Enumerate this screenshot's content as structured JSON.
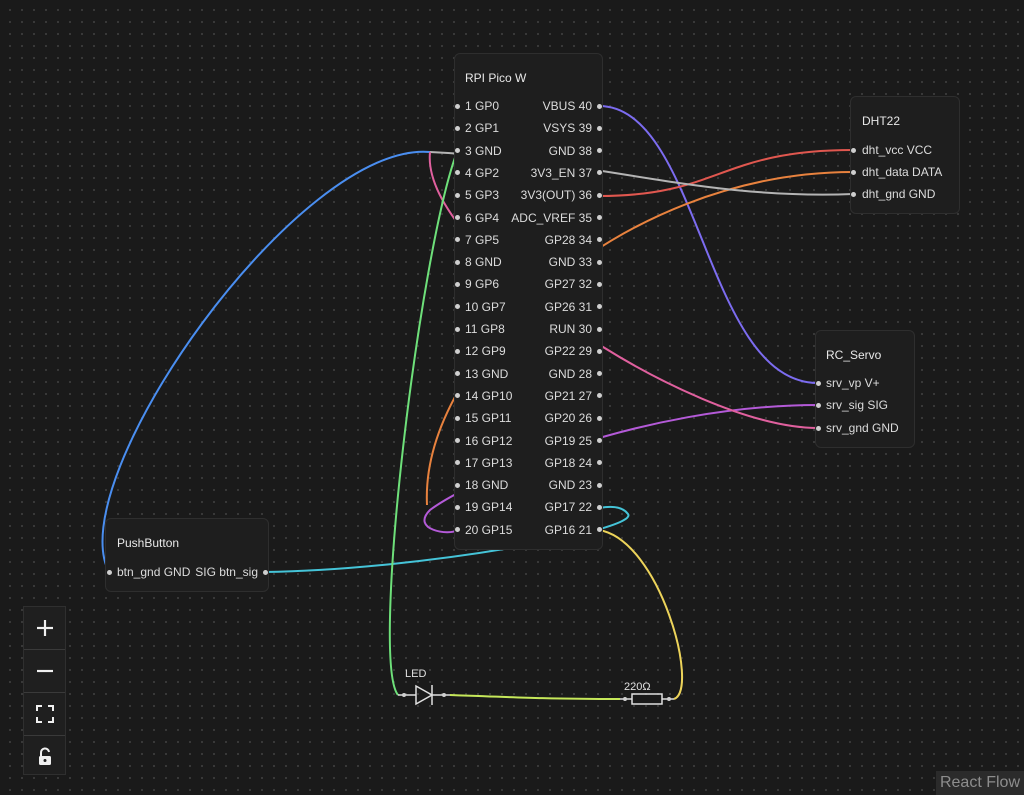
{
  "pico": {
    "title": "RPI Pico W",
    "left_pins": [
      "1 GP0",
      "2 GP1",
      "3 GND",
      "4 GP2",
      "5 GP3",
      "6 GP4",
      "7 GP5",
      "8 GND",
      "9 GP6",
      "10 GP7",
      "11 GP8",
      "12 GP9",
      "13 GND",
      "14 GP10",
      "15 GP11",
      "16 GP12",
      "17 GP13",
      "18 GND",
      "19 GP14",
      "20 GP15"
    ],
    "right_pins": [
      "VBUS 40",
      "VSYS 39",
      "GND 38",
      "3V3_EN 37",
      "3V3(OUT) 36",
      "ADC_VREF 35",
      "GP28 34",
      "GND 33",
      "GP27 32",
      "GP26 31",
      "RUN 30",
      "GP22 29",
      "GND 28",
      "GP21 27",
      "GP20 26",
      "GP19 25",
      "GP18 24",
      "GND 23",
      "GP17 22",
      "GP16 21"
    ]
  },
  "dht22": {
    "title": "DHT22",
    "pins": [
      "dht_vcc VCC",
      "dht_data DATA",
      "dht_gnd GND"
    ]
  },
  "servo": {
    "title": "RC_Servo",
    "pins": [
      "srv_vp V+",
      "srv_sig SIG",
      "srv_gnd GND"
    ]
  },
  "pushbutton": {
    "title": "PushButton",
    "left_pin": "btn_gnd GND",
    "right_pin": "SIG btn_sig"
  },
  "led": {
    "label": "LED"
  },
  "resistor": {
    "label": "220Ω"
  },
  "wire_colors": {
    "vbus_servo": "#7c6cf0",
    "vcc_dht": "#e0574f",
    "data_dht": "#e8823e",
    "gnd_dht": "#b4b4b4",
    "btn_gnd": "#4a8ef0",
    "btn_sig": "#45c4d8",
    "servo_sig": "#b45ad8",
    "servo_gnd": "#e0609e",
    "led_gnd": "#6ee07a",
    "led_res": "#c6e85a",
    "res_gp16": "#ecd35a"
  },
  "controls": {
    "zoom_in": "+",
    "zoom_out": "−",
    "fit_view": "fit",
    "lock": "lock"
  },
  "attribution": "React Flow"
}
